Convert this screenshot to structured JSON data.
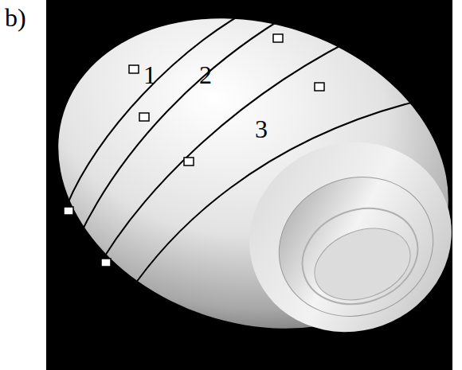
{
  "diagram": {
    "labels": [
      "b)",
      "1",
      "2",
      "3"
    ]
  }
}
